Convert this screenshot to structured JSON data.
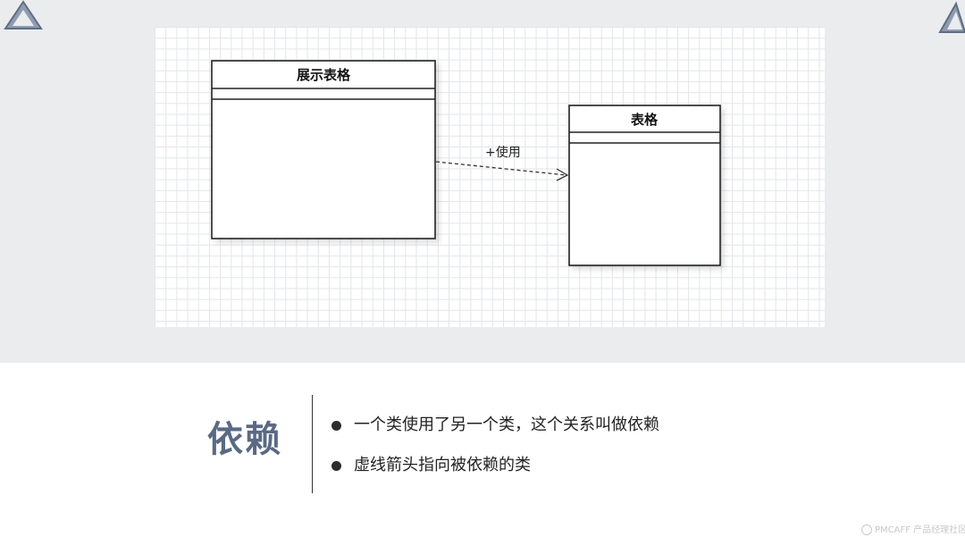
{
  "diagram": {
    "class_left": {
      "name": "展示表格"
    },
    "class_right": {
      "name": "表格"
    },
    "relation": {
      "label": "+使用",
      "type": "dependency",
      "style": "dashed",
      "arrow": "open"
    }
  },
  "text": {
    "heading": "依赖",
    "bullets": [
      "一个类使用了另一个类，这个关系叫做依赖",
      "虚线箭头指向被依赖的类"
    ]
  },
  "watermark": {
    "text": "PMCAFF 产品经理社区"
  },
  "colors": {
    "heading": "#5a6a85",
    "top_background": "#eaecee",
    "grid_line": "#e3e5e8"
  },
  "icons": {
    "corner_left": "triangle-logo-icon",
    "corner_right": "triangle-logo-icon",
    "bullet": "bullet-dot-icon"
  }
}
